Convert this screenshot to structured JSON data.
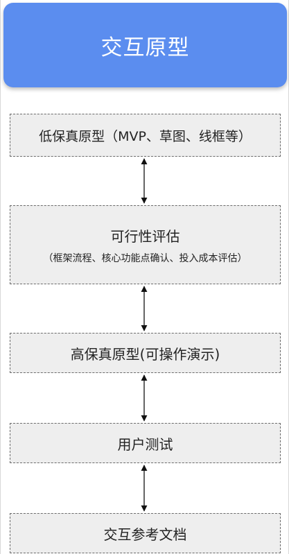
{
  "header": {
    "title": "交互原型",
    "color": "#5b8def"
  },
  "steps": [
    {
      "label": "低保真原型（MVP、草图、线框等）",
      "sub": ""
    },
    {
      "label": "可行性评估",
      "sub": "（框架流程、核心功能点确认、投入成本评估）"
    },
    {
      "label": "高保真原型(可操作演示)",
      "sub": ""
    },
    {
      "label": "用户测试",
      "sub": ""
    },
    {
      "label": "交互参考文档",
      "sub": ""
    }
  ],
  "connectors": [
    {
      "from": 0,
      "to": 1,
      "type": "bidirectional"
    },
    {
      "from": 1,
      "to": 2,
      "type": "bidirectional"
    },
    {
      "from": 2,
      "to": 3,
      "type": "bidirectional"
    },
    {
      "from": 3,
      "to": 4,
      "type": "bidirectional"
    }
  ]
}
